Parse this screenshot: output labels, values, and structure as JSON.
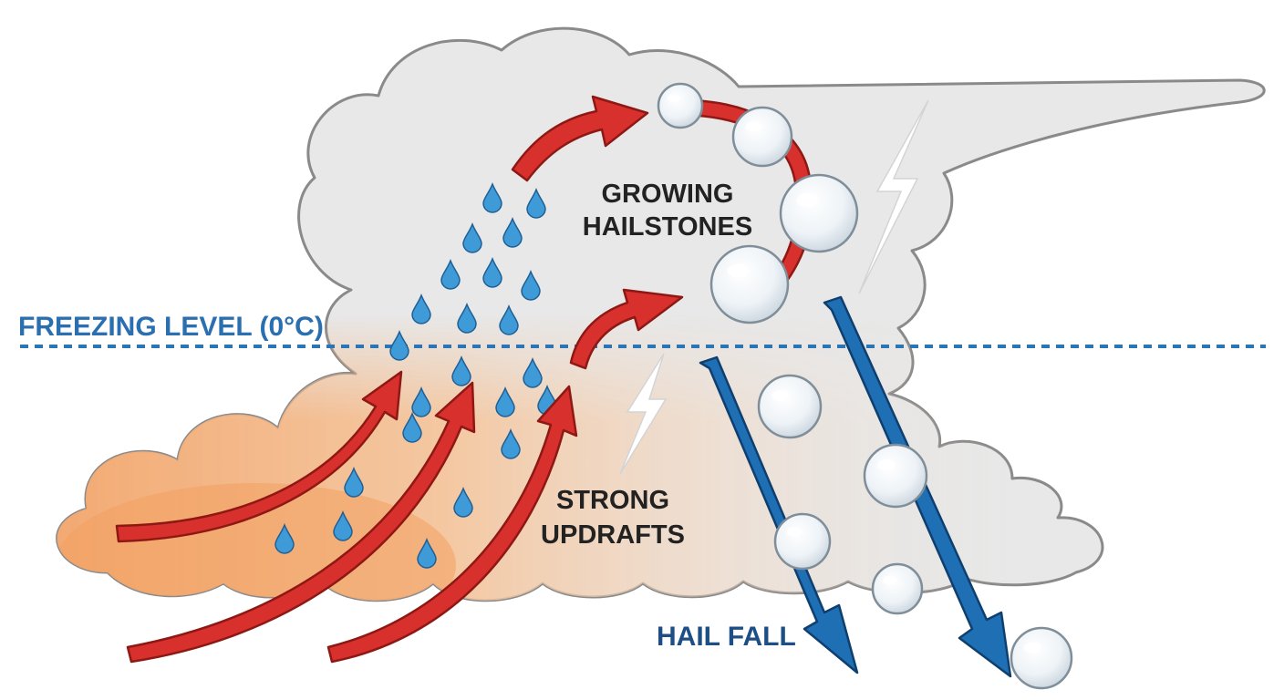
{
  "labels": {
    "freezing_level": "FREEZING LEVEL (0°C)",
    "growing_line1": "GROWING",
    "growing_line2": "HAILSTONES",
    "strong_line1": "STRONG",
    "strong_line2": "UPDRAFTS",
    "hail_fall": "HAIL FALL"
  },
  "colors": {
    "updraft": "#d8302c",
    "updraft_outline": "#8e1814",
    "downdraft": "#1f6fb5",
    "downdraft_outline": "#0f3f6e",
    "freezing_line": "#2a74b8",
    "freezing_text": "#2a6fb0",
    "hail_fall_text": "#1d4f86",
    "cloud_gray": "#e6e6e6",
    "cloud_warm": "#f3b27c",
    "cloud_outline": "#8a8a8a",
    "raindrop": "#3f9ad8",
    "hailstone": "#f2f6fa",
    "lightning": "#ffffff"
  },
  "icons": {
    "raindrop": "raindrop-icon",
    "hailstone": "hailstone-icon",
    "lightning": "lightning-icon"
  }
}
